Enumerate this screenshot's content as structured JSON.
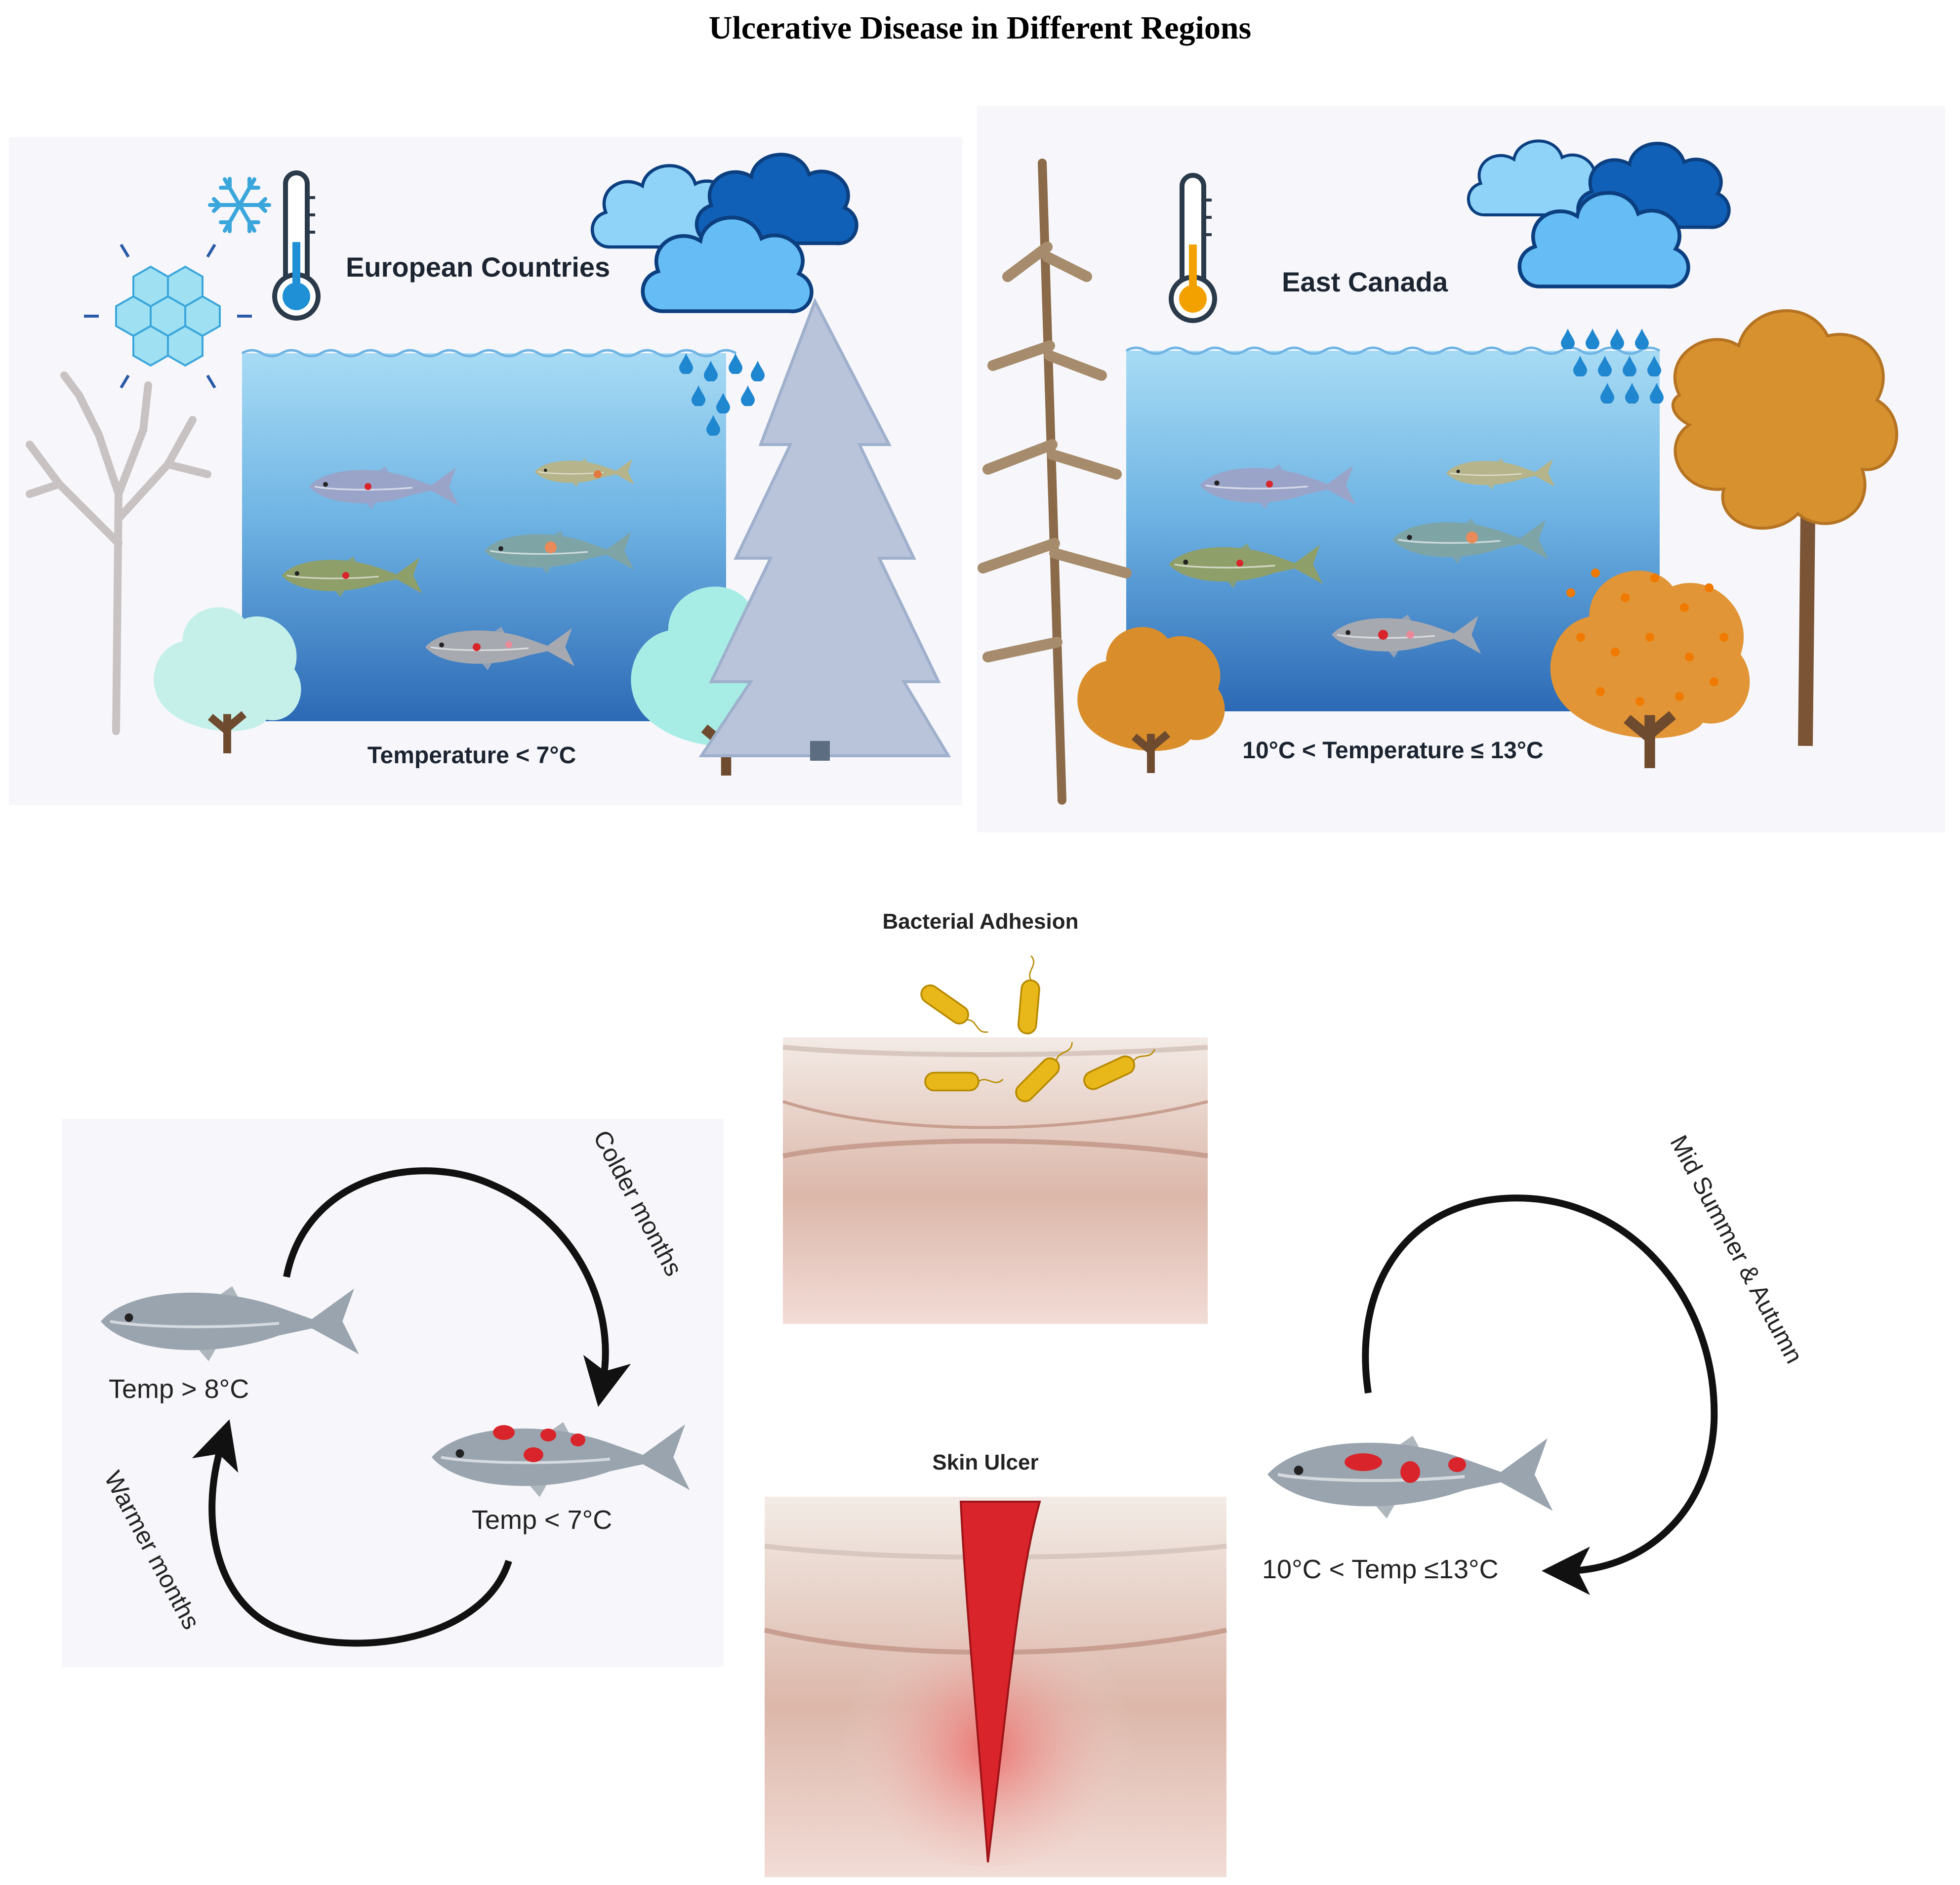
{
  "title": "Ulcerative Disease in Different Regions",
  "panels": {
    "europe": {
      "region_label": "European Countries",
      "temperature_label": "Temperature < 7°C"
    },
    "canada": {
      "region_label": "East Canada",
      "temperature_label": "10°C < Temperature ≤ 13°C"
    }
  },
  "cycle_europe": {
    "top_arrow_label": "Colder months",
    "bottom_arrow_label": "Warmer months",
    "healthy_fish_label": "Temp > 8°C",
    "diseased_fish_label": "Temp < 7°C"
  },
  "cycle_canada": {
    "arrow_label": "Mid Summer & Autumn",
    "fish_label": "10°C < Temp ≤13°C"
  },
  "skin": {
    "adhesion_label": "Bacterial Adhesion",
    "ulcer_label": "Skin Ulcer"
  },
  "colors": {
    "water_top": "#9fd6f2",
    "water_bottom": "#2f6fb8",
    "thermo_cold": "#1f8fd6",
    "thermo_warm": "#f2a100",
    "cloud_light": "#8fd3f8",
    "cloud_dark": "#1060b8",
    "autumn": "#d98e2b",
    "bacteria": "#e8b81a",
    "lesion": "#d8242a"
  }
}
